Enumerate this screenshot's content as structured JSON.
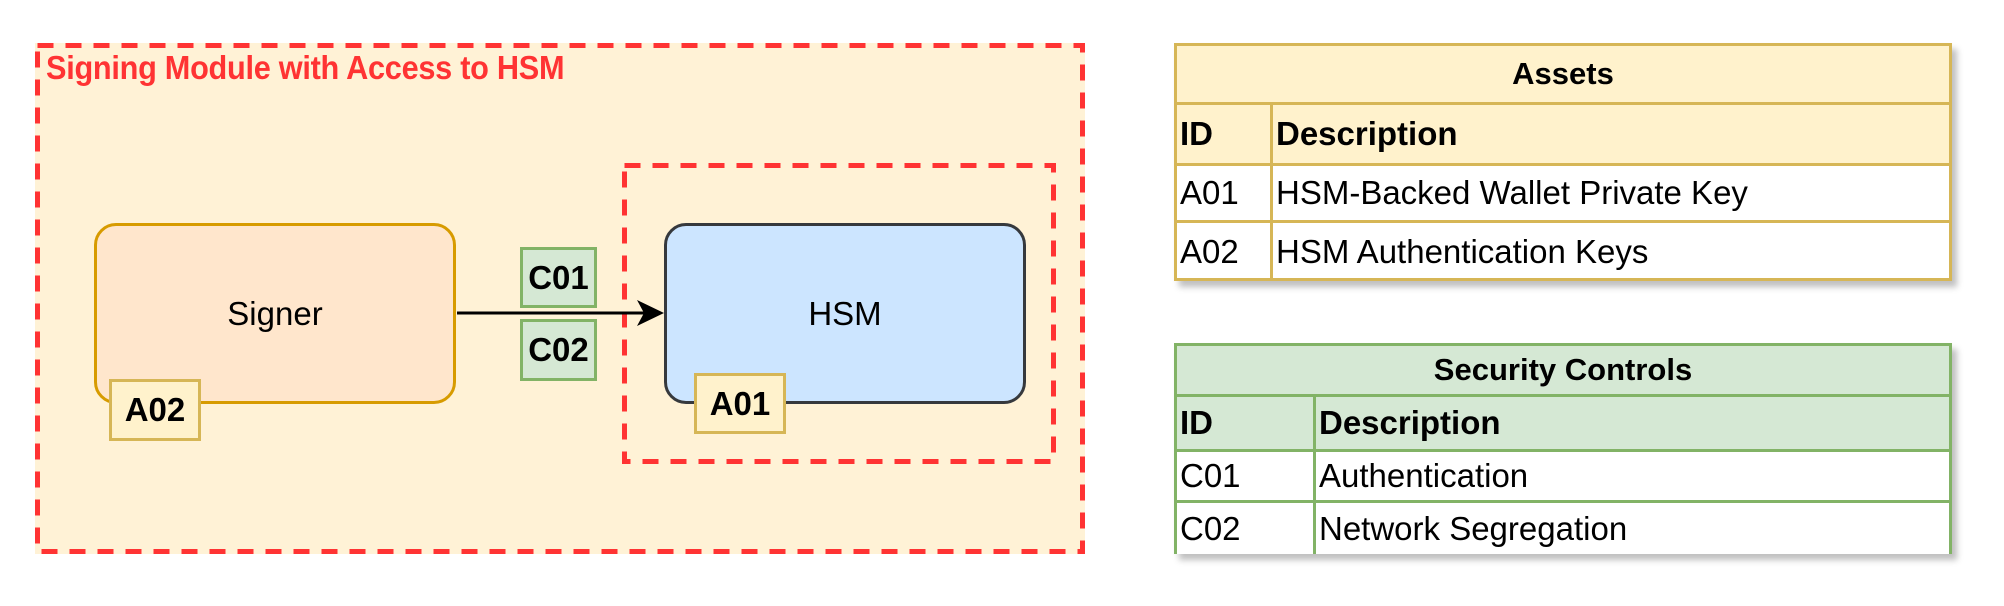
{
  "boundary": {
    "title": "Signing Module with Access to HSM",
    "color": "#ff3333",
    "fill": "#fff2d6"
  },
  "nodes": {
    "signer": {
      "label": "Signer",
      "fill": "#ffe6cc",
      "stroke": "#d79b00"
    },
    "hsm": {
      "label": "HSM",
      "fill": "#cce5ff",
      "stroke": "#36393d"
    }
  },
  "tags": {
    "a02": "A02",
    "a01": "A01",
    "c01": "C01",
    "c02": "C02"
  },
  "connection": {
    "from": "Signer",
    "to": "HSM",
    "controls": [
      "C01",
      "C02"
    ]
  },
  "assets_table": {
    "title": "Assets",
    "columns": [
      "ID",
      "Description"
    ],
    "rows": [
      {
        "id": "A01",
        "description": "HSM-Backed Wallet Private Key"
      },
      {
        "id": "A02",
        "description": "HSM Authentication Keys"
      }
    ]
  },
  "controls_table": {
    "title": "Security Controls",
    "columns": [
      "ID",
      "Description"
    ],
    "rows": [
      {
        "id": "C01",
        "description": "Authentication"
      },
      {
        "id": "C02",
        "description": "Network Segregation"
      }
    ]
  }
}
